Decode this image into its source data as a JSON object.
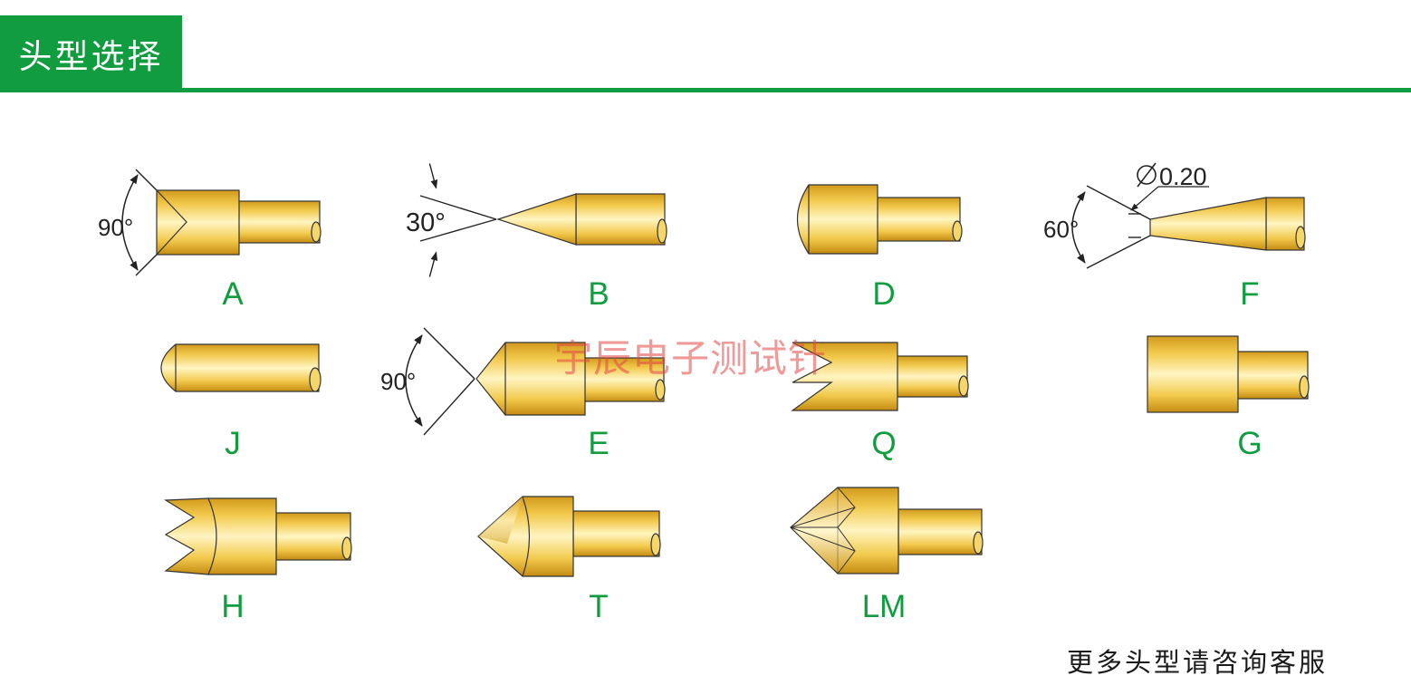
{
  "header": {
    "title": "头型选择"
  },
  "tips": [
    {
      "code": "A",
      "angle": "90°"
    },
    {
      "code": "B",
      "angle": "30°"
    },
    {
      "code": "D"
    },
    {
      "code": "F",
      "angle": "60°",
      "diameter": "0.20"
    },
    {
      "code": "J"
    },
    {
      "code": "E",
      "angle": "90°"
    },
    {
      "code": "Q"
    },
    {
      "code": "G"
    },
    {
      "code": "H"
    },
    {
      "code": "T"
    },
    {
      "code": "LM"
    }
  ],
  "watermark": "宇辰电子测试针",
  "footer": {
    "note": "更多头型请咨询客服"
  },
  "colors": {
    "brand_green": "#119c3f",
    "gold_light": "#fff3b0",
    "gold": "#f0c23a",
    "gold_dark": "#c28a14",
    "watermark": "#e14646"
  }
}
